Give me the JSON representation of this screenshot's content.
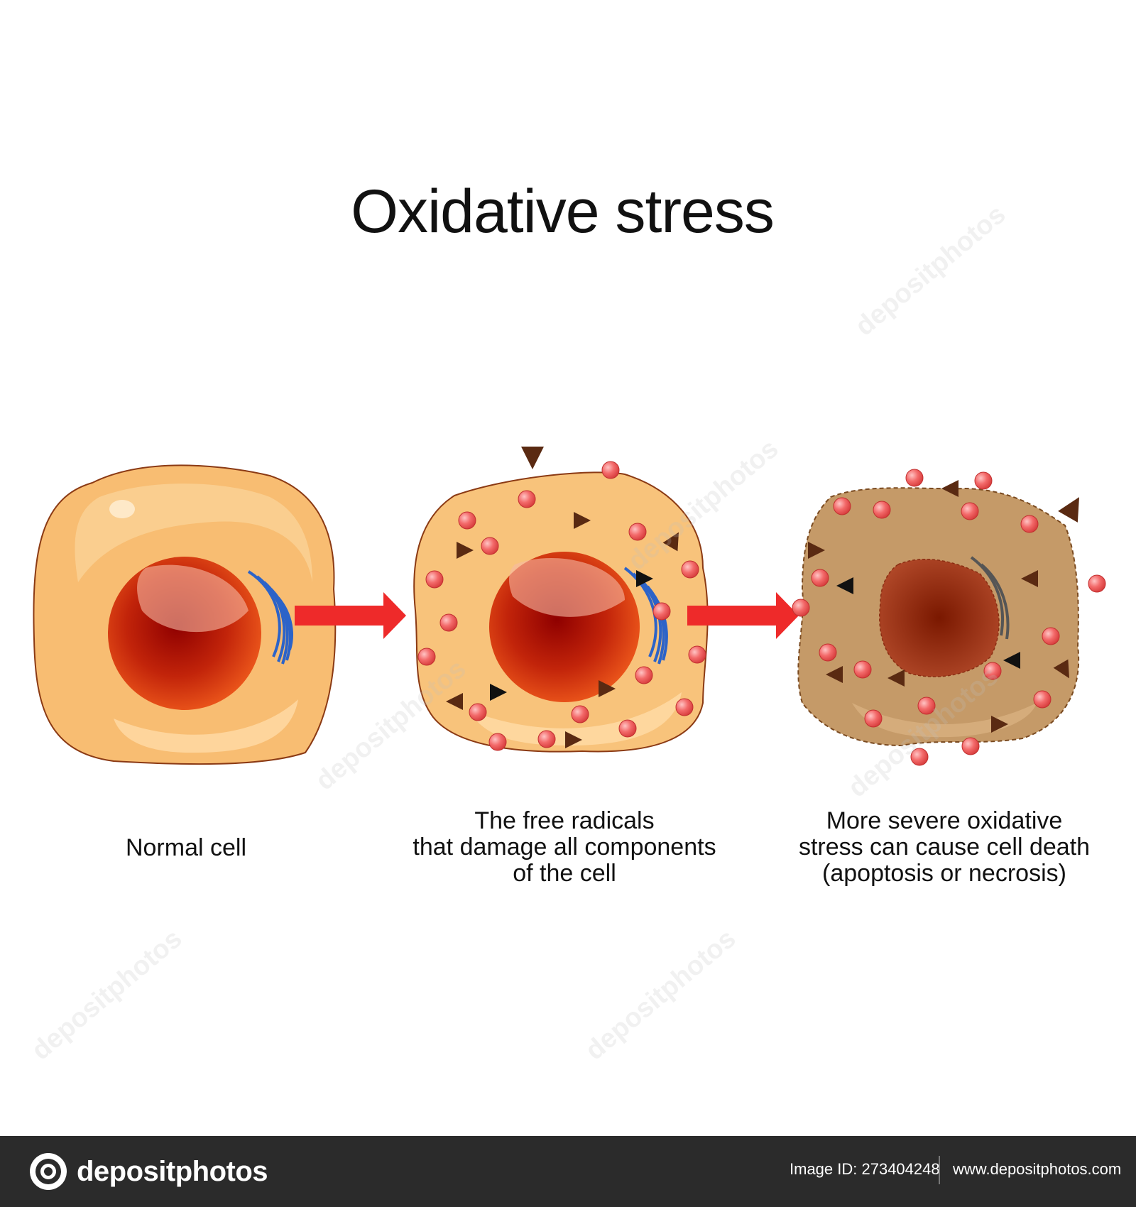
{
  "title": "Oxidative stress",
  "stages": [
    {
      "lines": [
        "Normal cell"
      ]
    },
    {
      "lines": [
        "The free radicals",
        "that damage all components",
        "of the cell"
      ]
    },
    {
      "lines": [
        "More severe oxidative",
        "stress can cause cell death",
        "(apoptosis or necrosis)"
      ]
    }
  ],
  "watermark": "depositphotos",
  "footer": {
    "logo": "depositphotos",
    "image_id": "Image ID: 273404248",
    "url": "www.depositphotos.com"
  },
  "colors": {
    "cytoplasm": "#f9c27b",
    "nucleus": "#d63a0e",
    "dead_cell": "#c59a68",
    "arrow": "#ee2a2a",
    "free_radical": "#f36a6a",
    "fragment": "#5a2a12"
  },
  "icons": [
    "camera-icon",
    "arrow-right-icon"
  ]
}
